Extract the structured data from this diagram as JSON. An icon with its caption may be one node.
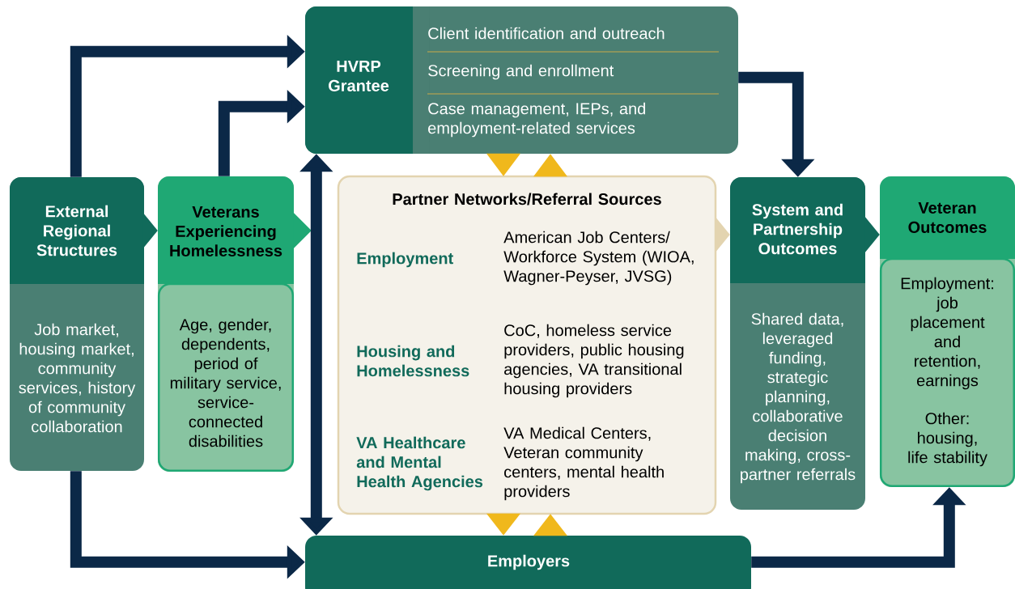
{
  "diagram": {
    "nodes": [
      {
        "text": [
          "External Regional Structures",
          "Job market, housing market, community services, history of community collaboration"
        ]
      },
      {
        "text": [
          "Veterans Experiencing Homelessness",
          "Age, gender, dependents, period of military service, service-connected disabilities"
        ]
      },
      {
        "text": [
          "HVRP Grantee",
          "Client identification and outreach",
          "Screening and enrollment",
          "Case management, IEPs, and employment-related services"
        ]
      },
      {
        "text": [
          "Partner Networks/Referral Sources",
          "Employment",
          "American Job Centers/ Workforce System (WIOA, Wagner-Peyser, JVSG)",
          "Housing and Homelessness",
          "CoC, homeless service providers, public housing agencies, VA transitional housing providers",
          "VA Healthcare and Mental Health Agencies",
          "VA Medical Centers, Veteran community centers, mental health providers"
        ]
      },
      {
        "text": [
          "System and Partnership Outcomes",
          "Shared data, leveraged funding, strategic planning, collaborative decision making, cross-partner referrals"
        ]
      },
      {
        "text": [
          "Veteran Outcomes",
          "Employment: job placement and retention, earnings",
          "Other: housing, life stability"
        ]
      },
      {
        "text": [
          "Employers"
        ]
      }
    ],
    "edges": [
      {
        "from": 0,
        "to": 2,
        "arrow": "to",
        "color": "#0b2847"
      },
      {
        "from": 1,
        "to": 2,
        "arrow": "to",
        "color": "#0b2847"
      },
      {
        "from": 0,
        "to": 1,
        "arrow": "to",
        "color": "#116a5a"
      },
      {
        "from": 1,
        "to": 3,
        "arrow": "to",
        "color": "#1fa874"
      },
      {
        "from": 2,
        "to": 6,
        "arrow": "both",
        "color": "#0b2847"
      },
      {
        "from": 2,
        "to": 3,
        "arrow": "to",
        "color": "#f0b81c"
      },
      {
        "from": 3,
        "to": 2,
        "arrow": "to",
        "color": "#f0b81c"
      },
      {
        "from": 3,
        "to": 6,
        "arrow": "to",
        "color": "#f0b81c"
      },
      {
        "from": 6,
        "to": 3,
        "arrow": "to",
        "color": "#f0b81c"
      },
      {
        "from": 3,
        "to": 4,
        "arrow": "to",
        "color": "#e3d4b0"
      },
      {
        "from": 2,
        "to": 4,
        "arrow": "to",
        "color": "#0b2847"
      },
      {
        "from": 4,
        "to": 5,
        "arrow": "to",
        "color": "#116a5a"
      },
      {
        "from": 0,
        "to": 6,
        "arrow": "to",
        "color": "#0b2847"
      },
      {
        "from": 6,
        "to": 5,
        "arrow": "to",
        "color": "#0b2847"
      }
    ]
  }
}
